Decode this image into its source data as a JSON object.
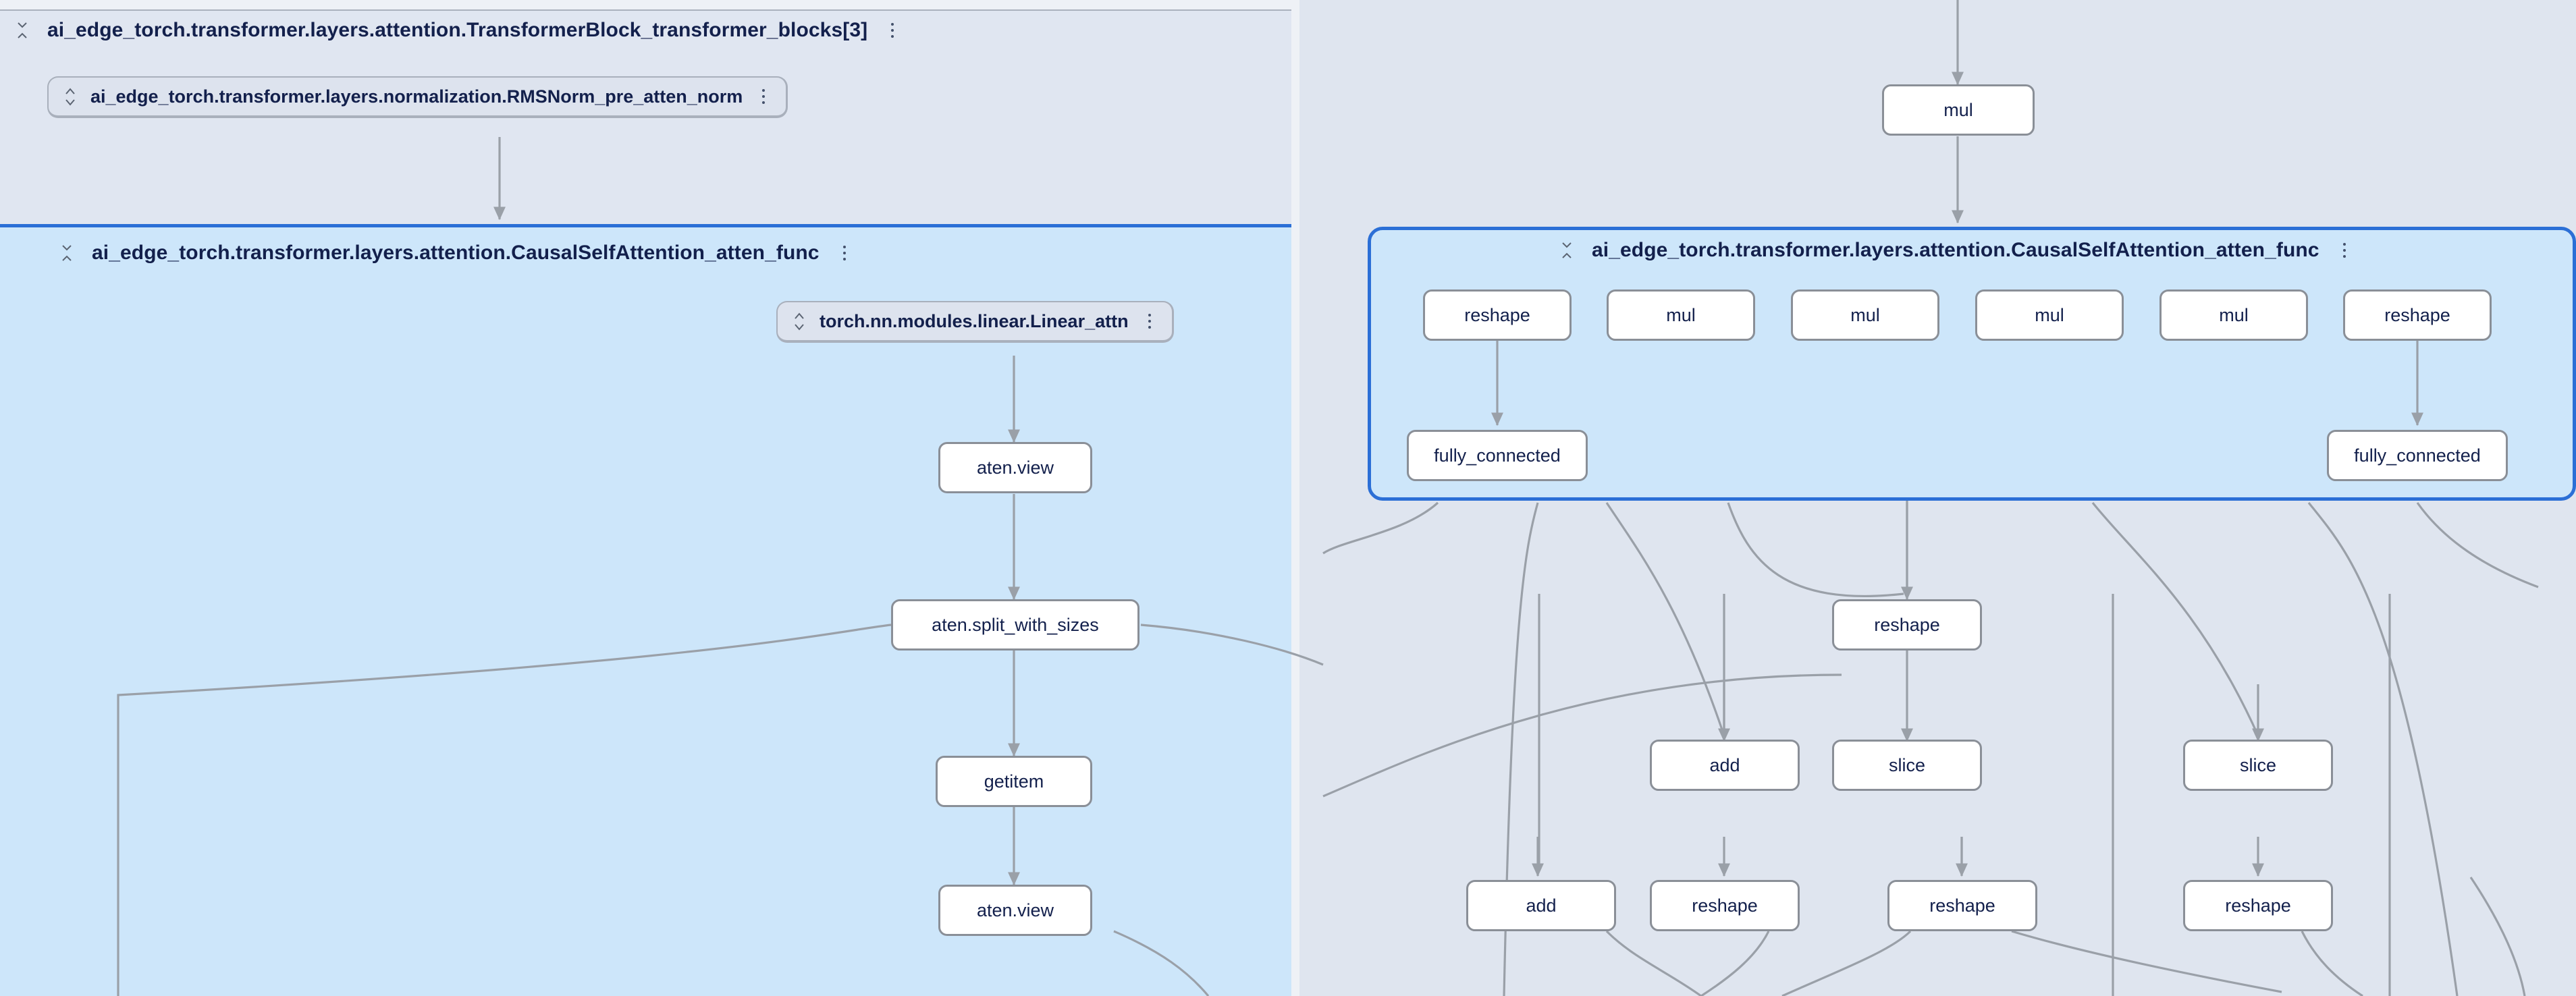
{
  "app": {
    "kind": "model-graph-explorer",
    "background_color": "#e1e7f0",
    "panel_right_color": "#dfe5ef",
    "group_selected_border": "#2b6fd6",
    "group_selected_fill": "#cde6fa",
    "node_fill": "#ffffff",
    "node_border": "#8a8f97",
    "text_color": "#13204c",
    "edge_color": "#9aa0a8"
  },
  "groups": {
    "transformer_block": {
      "label": "ai_edge_torch.transformer.layers.attention.TransformerBlock_transformer_blocks[3]",
      "collapse_icon": "collapse-expand-icon",
      "menu_icon": "kebab-menu-icon"
    },
    "attention_left": {
      "label": "ai_edge_torch.transformer.layers.attention.CausalSelfAttention_atten_func",
      "collapse_icon": "collapse-expand-icon",
      "menu_icon": "kebab-menu-icon"
    },
    "attention_right": {
      "label": "ai_edge_torch.transformer.layers.attention.CausalSelfAttention_atten_func",
      "collapse_icon": "collapse-expand-icon",
      "menu_icon": "kebab-menu-icon"
    }
  },
  "modules": {
    "rms_norm": {
      "label": "ai_edge_torch.transformer.layers.normalization.RMSNorm_pre_atten_norm",
      "stepper_icon": "expand-collapse-stepper-icon",
      "menu_icon": "kebab-menu-icon"
    },
    "linear_attn": {
      "label": "torch.nn.modules.linear.Linear_attn",
      "stepper_icon": "expand-collapse-stepper-icon",
      "menu_icon": "kebab-menu-icon"
    }
  },
  "nodes": {
    "left_column": [
      {
        "id": "l_aten_view_1",
        "label": "aten.view"
      },
      {
        "id": "l_split",
        "label": "aten.split_with_sizes"
      },
      {
        "id": "l_getitem",
        "label": "getitem"
      },
      {
        "id": "l_aten_view_2",
        "label": "aten.view"
      }
    ],
    "right_top": [
      {
        "id": "r_mul_top",
        "label": "mul"
      }
    ],
    "attn_right_row": [
      {
        "id": "r_reshape_a",
        "label": "reshape"
      },
      {
        "id": "r_mul_1",
        "label": "mul"
      },
      {
        "id": "r_mul_2",
        "label": "mul"
      },
      {
        "id": "r_mul_3",
        "label": "mul"
      },
      {
        "id": "r_mul_4",
        "label": "mul"
      },
      {
        "id": "r_reshape_b",
        "label": "reshape"
      }
    ],
    "attn_right_fc": [
      {
        "id": "r_fc_left",
        "label": "fully_connected"
      },
      {
        "id": "r_fc_right",
        "label": "fully_connected"
      }
    ],
    "right_below": [
      {
        "id": "r_reshape_c",
        "label": "reshape"
      },
      {
        "id": "r_add_1",
        "label": "add"
      },
      {
        "id": "r_slice_1",
        "label": "slice"
      },
      {
        "id": "r_slice_2",
        "label": "slice"
      },
      {
        "id": "r_add_2",
        "label": "add"
      },
      {
        "id": "r_reshape_d",
        "label": "reshape"
      },
      {
        "id": "r_reshape_e",
        "label": "reshape"
      },
      {
        "id": "r_reshape_f",
        "label": "reshape"
      }
    ]
  }
}
